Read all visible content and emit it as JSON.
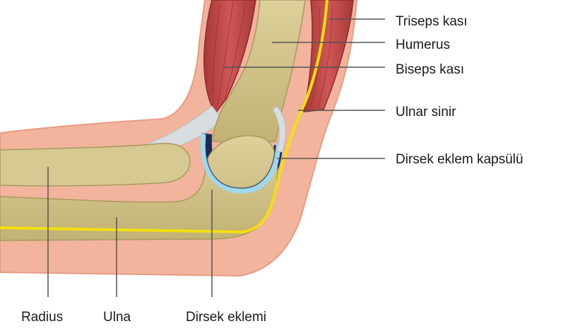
{
  "labels": {
    "triceps": "Triseps kası",
    "humerus": "Humerus",
    "biceps": "Biseps kası",
    "ulnar_nerve": "Ulnar sinir",
    "joint_capsule": "Dirsek eklem kapsülü",
    "radius": "Radius",
    "ulna": "Ulna",
    "elbow_joint": "Dirsek eklemi"
  },
  "colors": {
    "skin": "#f2b49c",
    "skin_edge": "#e79c84",
    "muscle": "#c24a4a",
    "muscle_dark": "#8f2a2a",
    "bone": "#d2c48c",
    "bone_shade": "#b8a86c",
    "nerve": "#f2df10",
    "capsule": "#9fd9ee",
    "capsule_dark": "#1b2a5a",
    "tendon": "#d8dde0",
    "leader_line": "#555555"
  }
}
